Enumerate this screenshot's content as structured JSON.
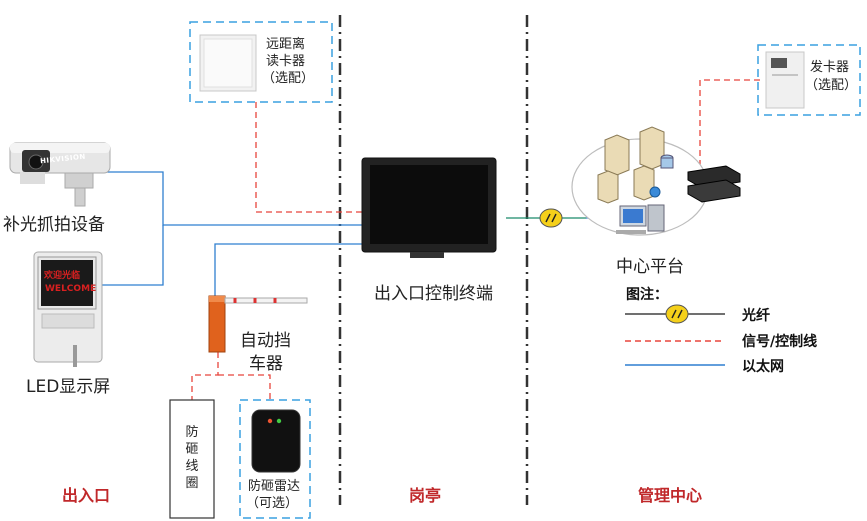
{
  "zones": {
    "entrance": "出入口",
    "booth": "岗亭",
    "center": "管理中心"
  },
  "devices": {
    "long_reader": {
      "line1": "远距离",
      "line2": "读卡器",
      "line3": "（选配）"
    },
    "card_issuer": {
      "line1": "发卡器",
      "line2": "（选配）"
    },
    "capture": "补光抓拍设备",
    "led_screen": "LED显示屏",
    "led_screen_text": {
      "line1": "欢迎光临",
      "line2": "WELCOME"
    },
    "terminal": "出入口控制终端",
    "barrier": {
      "line1": "自动挡",
      "line2": "车器"
    },
    "loop": [
      "防",
      "砸",
      "线",
      "圈"
    ],
    "radar": {
      "line1": "防砸雷达",
      "line2": "（可选）"
    },
    "platform": "中心平台",
    "brand": "HIKVISION"
  },
  "legend": {
    "title": "图注：",
    "items": [
      {
        "label": "光纤",
        "style": "fiber",
        "color": "#1a8a6a"
      },
      {
        "label": "信号/控制线",
        "style": "dashed",
        "color": "#e8453c"
      },
      {
        "label": "以太网",
        "style": "solid",
        "color": "#2f7fd0"
      }
    ]
  },
  "colors": {
    "ethernet": "#2f7fd0",
    "signal": "#e8453c",
    "fiber": "#1a8a6a",
    "zone_text": "#c0282a",
    "divider": "#333333",
    "dash_box": "#3aa0e0"
  }
}
